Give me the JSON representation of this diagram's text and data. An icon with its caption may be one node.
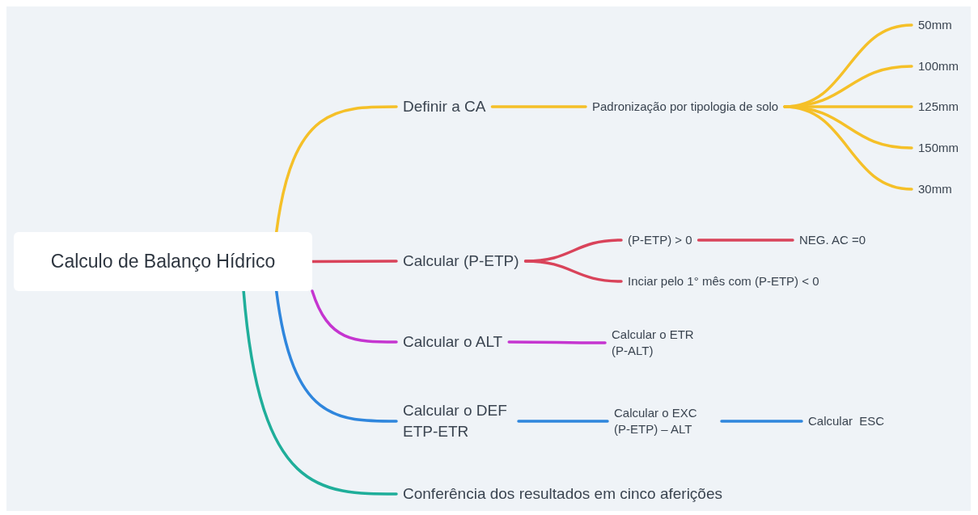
{
  "diagram": {
    "nodes": [
      {
        "text": [
          "Calculo de Balanço Hídrico"
        ]
      },
      {
        "text": [
          "Definir a CA"
        ]
      },
      {
        "text": [
          "Padronização por tipologia de solo"
        ]
      },
      {
        "text": [
          "50mm"
        ]
      },
      {
        "text": [
          "100mm"
        ]
      },
      {
        "text": [
          "125mm"
        ]
      },
      {
        "text": [
          "150mm"
        ]
      },
      {
        "text": [
          "30mm"
        ]
      },
      {
        "text": [
          "Calcular (P-ETP)"
        ]
      },
      {
        "text": [
          "(P-ETP) > 0"
        ]
      },
      {
        "text": [
          "NEG. AC =0"
        ]
      },
      {
        "text": [
          "Inciar pelo 1° mês com (P-ETP) < 0"
        ]
      },
      {
        "text": [
          "Calcular o ALT"
        ]
      },
      {
        "text": [
          "Calcular o ETR (P-ALT)"
        ]
      },
      {
        "text": [
          "Calcular o DEF ETP-ETR"
        ]
      },
      {
        "text": [
          "Calcular o EXC (P-ETP) – ALT"
        ]
      },
      {
        "text": [
          "Calcular  ESC"
        ]
      },
      {
        "text": [
          "Conferência dos resultados em cinco aferições"
        ]
      }
    ],
    "edges": [
      {
        "from": 0,
        "to": 1,
        "arrow": "none"
      },
      {
        "from": 1,
        "to": 2,
        "arrow": "none"
      },
      {
        "from": 2,
        "to": 3,
        "arrow": "none"
      },
      {
        "from": 2,
        "to": 4,
        "arrow": "none"
      },
      {
        "from": 2,
        "to": 5,
        "arrow": "none"
      },
      {
        "from": 2,
        "to": 6,
        "arrow": "none"
      },
      {
        "from": 2,
        "to": 7,
        "arrow": "none"
      },
      {
        "from": 0,
        "to": 8,
        "arrow": "none",
        "color": "#d9435a"
      },
      {
        "from": 8,
        "to": 9,
        "arrow": "none",
        "color": "#d9435a"
      },
      {
        "from": 8,
        "to": 11,
        "arrow": "none",
        "color": "#d9435a"
      },
      {
        "from": 9,
        "to": 10,
        "arrow": "none",
        "color": "#d9435a"
      },
      {
        "from": 0,
        "to": 12,
        "arrow": "none",
        "color": "#c535d0"
      },
      {
        "from": 12,
        "to": 13,
        "arrow": "none",
        "color": "#c535d0"
      },
      {
        "from": 0,
        "to": 14,
        "arrow": "none",
        "color": "#2f86dd"
      },
      {
        "from": 14,
        "to": 15,
        "arrow": "none",
        "color": "#2f86dd"
      },
      {
        "from": 15,
        "to": 16,
        "arrow": "none",
        "color": "#2f86dd"
      },
      {
        "from": 0,
        "to": 17,
        "arrow": "none",
        "color": "#1fae9a"
      }
    ]
  }
}
